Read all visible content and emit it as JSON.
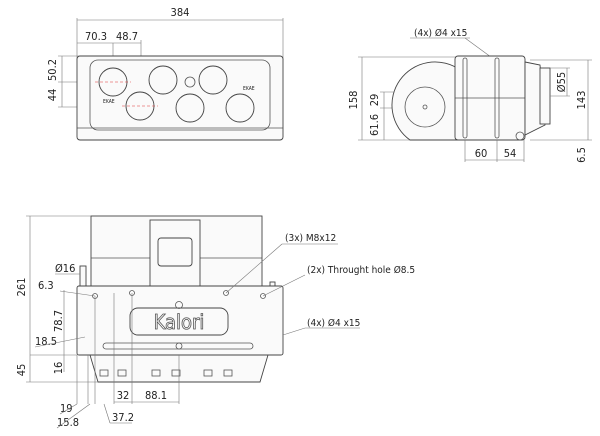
{
  "top_view": {
    "width_total": "384",
    "dim_a": "70.3",
    "dim_b": "48.7",
    "dim_v1": "50.2",
    "dim_v2": "44",
    "label_left": "EKAE",
    "label_right": "EKAE"
  },
  "side_view": {
    "holes_note": "(4x) Ø4 x15",
    "height": "158",
    "dim_29": "29",
    "dim_61_6": "61.6",
    "dim_60": "60",
    "dim_54": "54",
    "outlet_dia": "Ø55",
    "height_143": "143",
    "dim_6_5": "6.5"
  },
  "front_view": {
    "brand": "Kalori",
    "height_261": "261",
    "dia_16": "Ø16",
    "dim_6_3": "6.3",
    "dim_78_7": "78.7",
    "dim_18_5": "18.5",
    "dim_45": "45",
    "dim_16": "16",
    "dim_32": "32",
    "dim_88_1": "88.1",
    "dim_19": "19",
    "dim_15_8": "15.8",
    "dim_37_2": "37.2",
    "note_m8": "(3x) M8x12",
    "note_through": "(2x) Throught hole Ø8.5",
    "note_holes": "(4x) Ø4 x15"
  }
}
